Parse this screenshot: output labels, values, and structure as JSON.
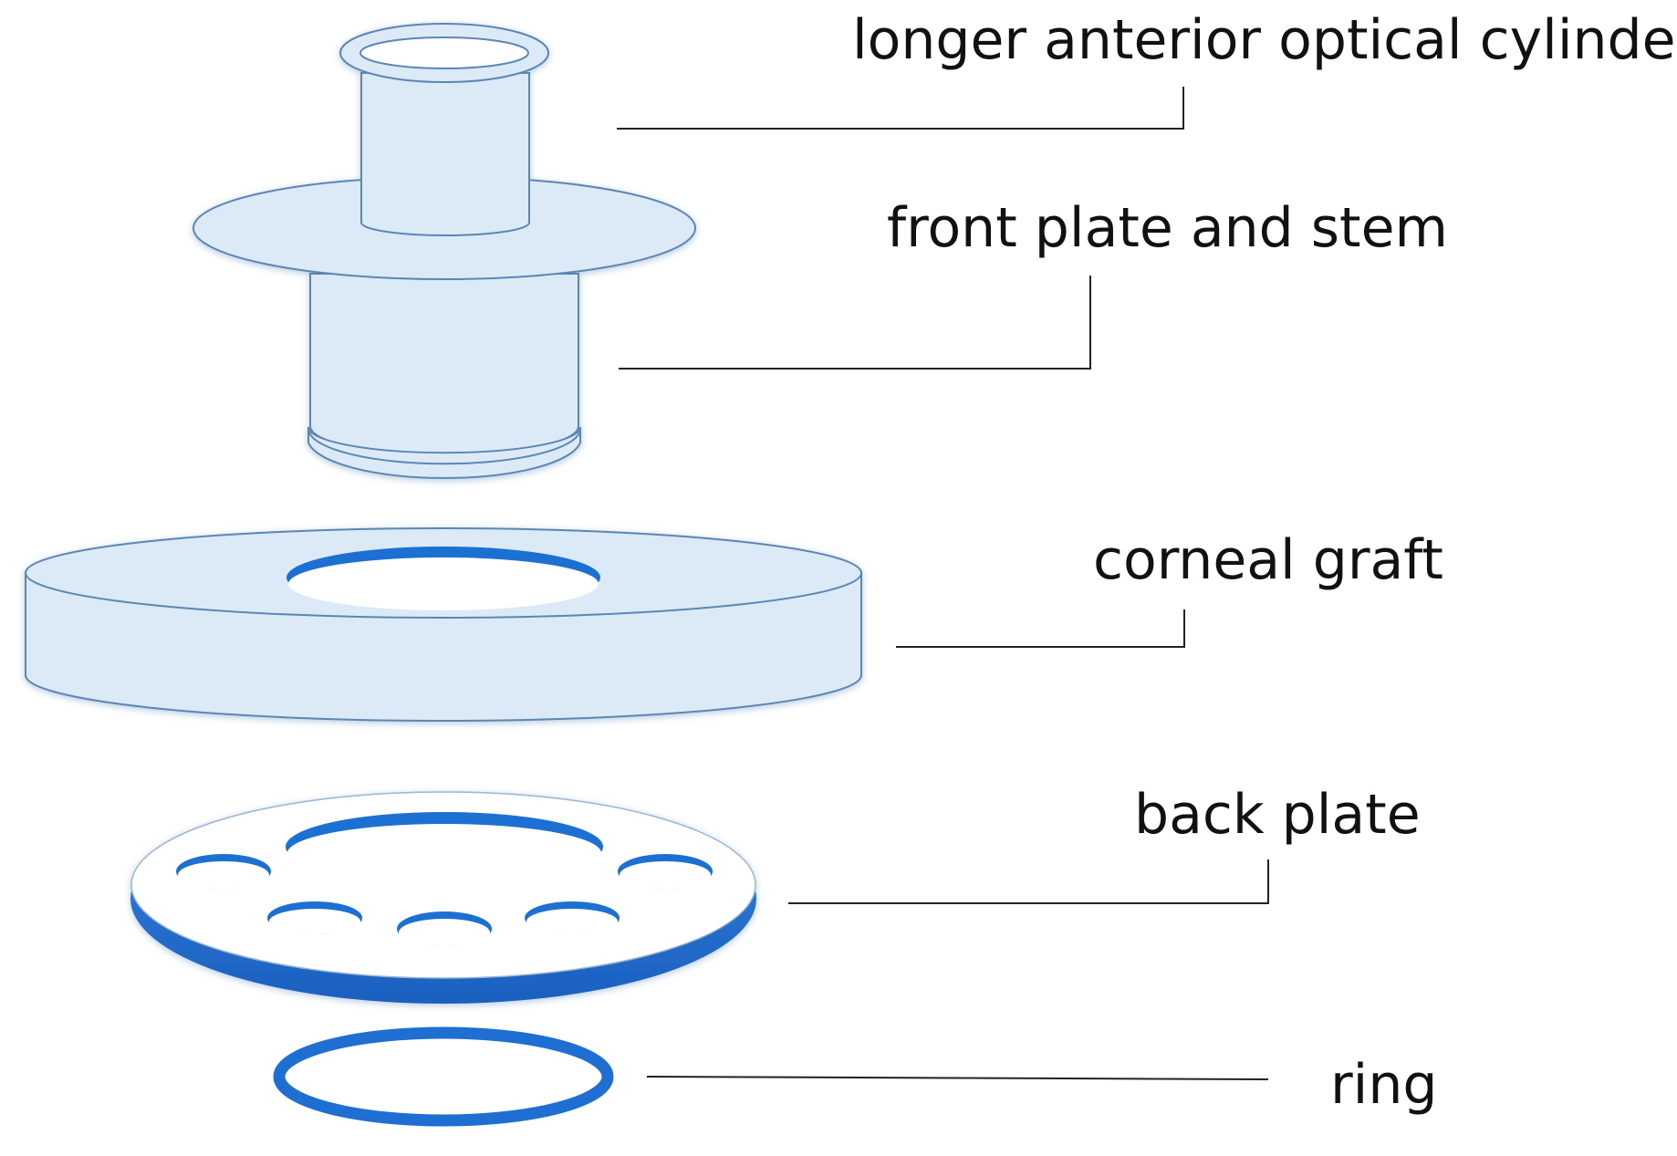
{
  "labels": {
    "cylinder": "longer anterior optical cylinder",
    "front_plate": "front plate and stem",
    "graft": "corneal graft",
    "back_plate": "back plate",
    "ring": "ring"
  },
  "colors": {
    "part_fill": "#dceaf7",
    "part_stroke": "#5b86b5",
    "accent_blue": "#1e6fd1",
    "leader": "#222222"
  }
}
